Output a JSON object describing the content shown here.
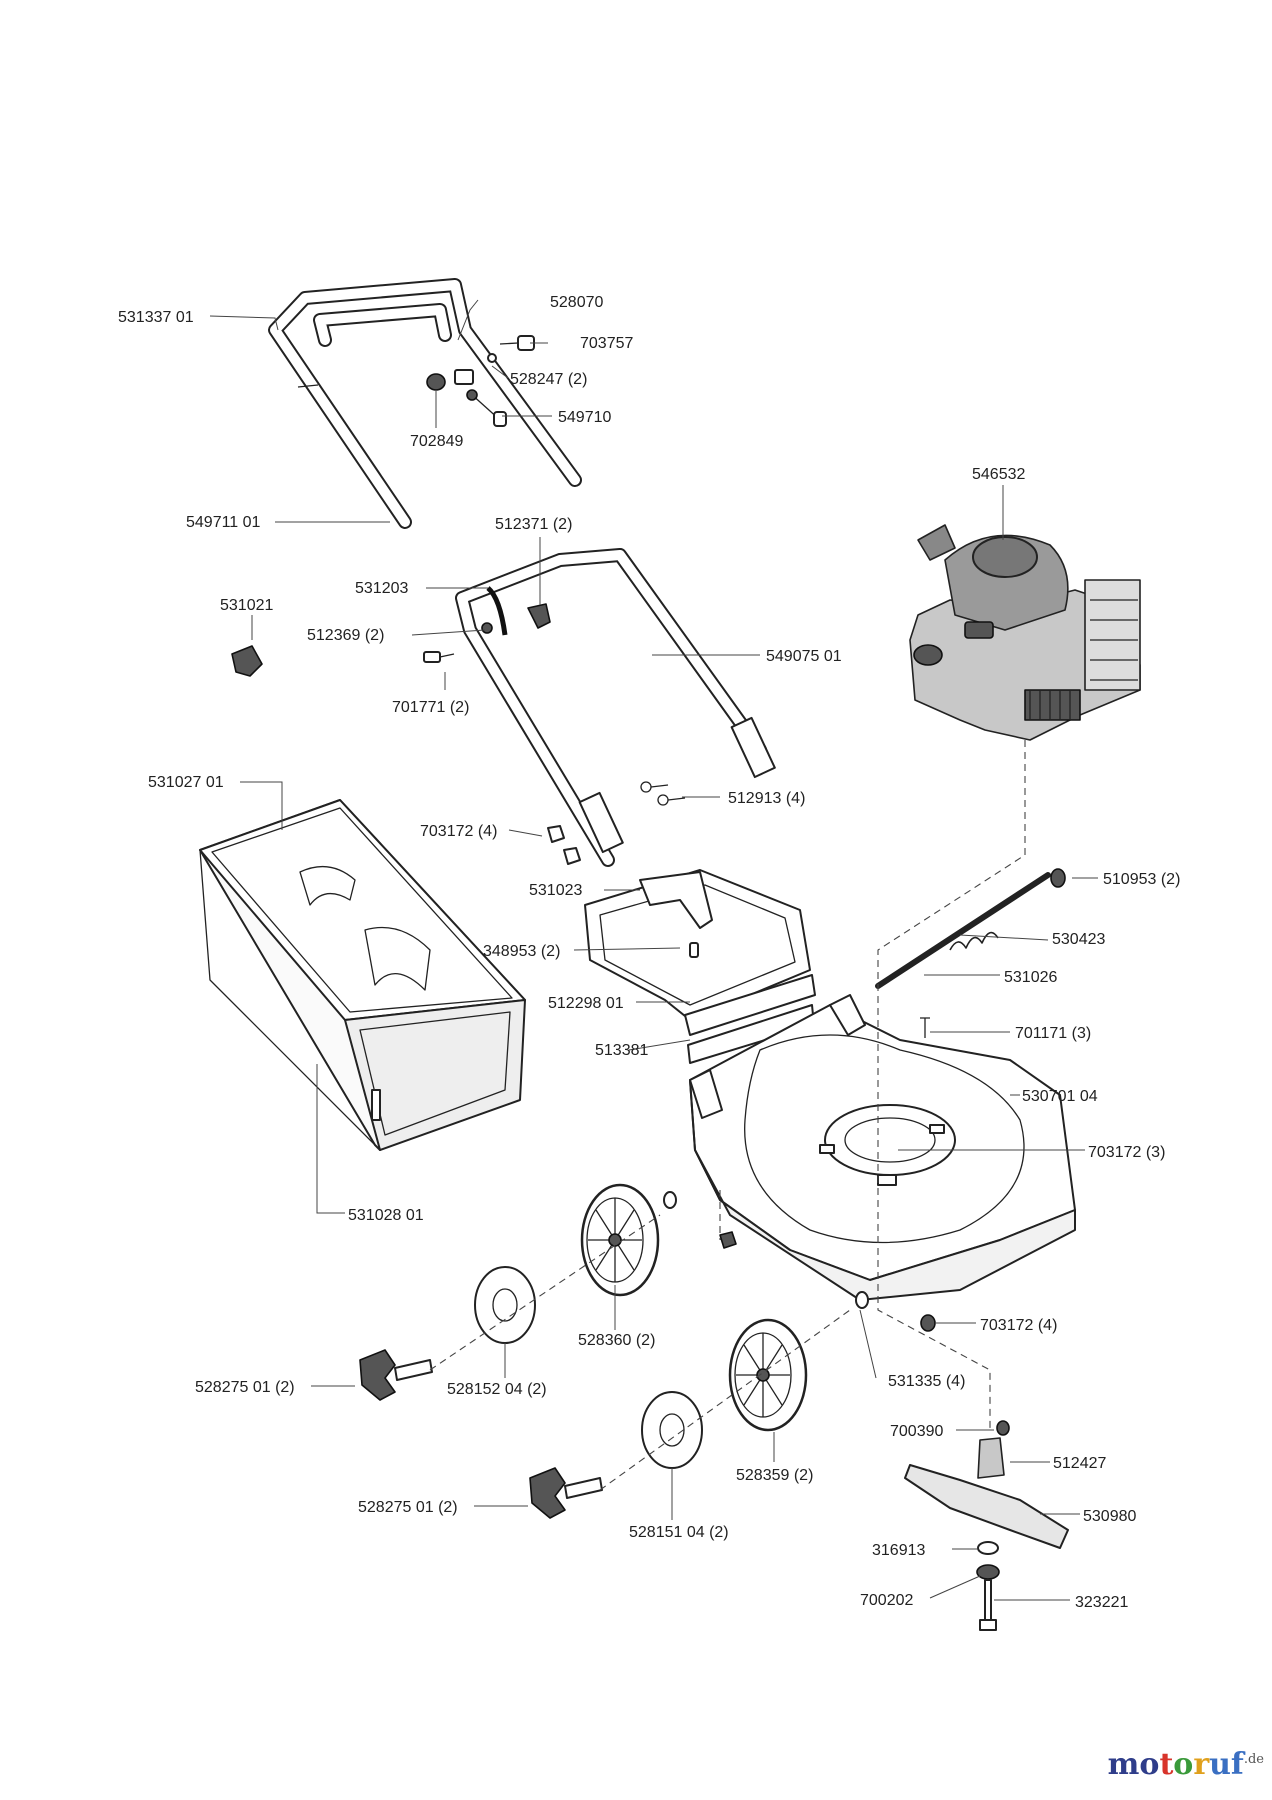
{
  "parts": {
    "p531337": "531337 01",
    "p528070": "528070",
    "p703757": "703757",
    "p528247": "528247 (2)",
    "p549710": "549710",
    "p702849": "702849",
    "p549711": "549711 01",
    "p546532": "546532",
    "p512371": "512371 (2)",
    "p531203": "531203",
    "p531021": "531021",
    "p512369": "512369 (2)",
    "p549075": "549075 01",
    "p701771": "701771 (2)",
    "p531027": "531027 01",
    "p512913": "512913 (4)",
    "p703172a": "703172 (4)",
    "p510953": "510953 (2)",
    "p531023": "531023",
    "p530423": "530423",
    "p348953": "348953 (2)",
    "p531026": "531026",
    "p512298": "512298 01",
    "p701171": "701171 (3)",
    "p513381": "513381",
    "p530701": "530701 04",
    "p703172b": "703172 (3)",
    "p531028": "531028 01",
    "p528360": "528360 (2)",
    "p703172c": "703172 (4)",
    "p528275a": "528275 01 (2)",
    "p528152": "528152 04 (2)",
    "p531335": "531335 (4)",
    "p700390": "700390",
    "p512427": "512427",
    "p528359": "528359 (2)",
    "p530980": "530980",
    "p528275b": "528275 01 (2)",
    "p528151": "528151 04 (2)",
    "p316913": "316913",
    "p700202": "700202",
    "p323221": "323221"
  },
  "watermark": {
    "text_1": "mo",
    "text_2": "t",
    "text_3": "o",
    "text_4": "r",
    "text_5": "uf",
    "suffix": ".de"
  }
}
